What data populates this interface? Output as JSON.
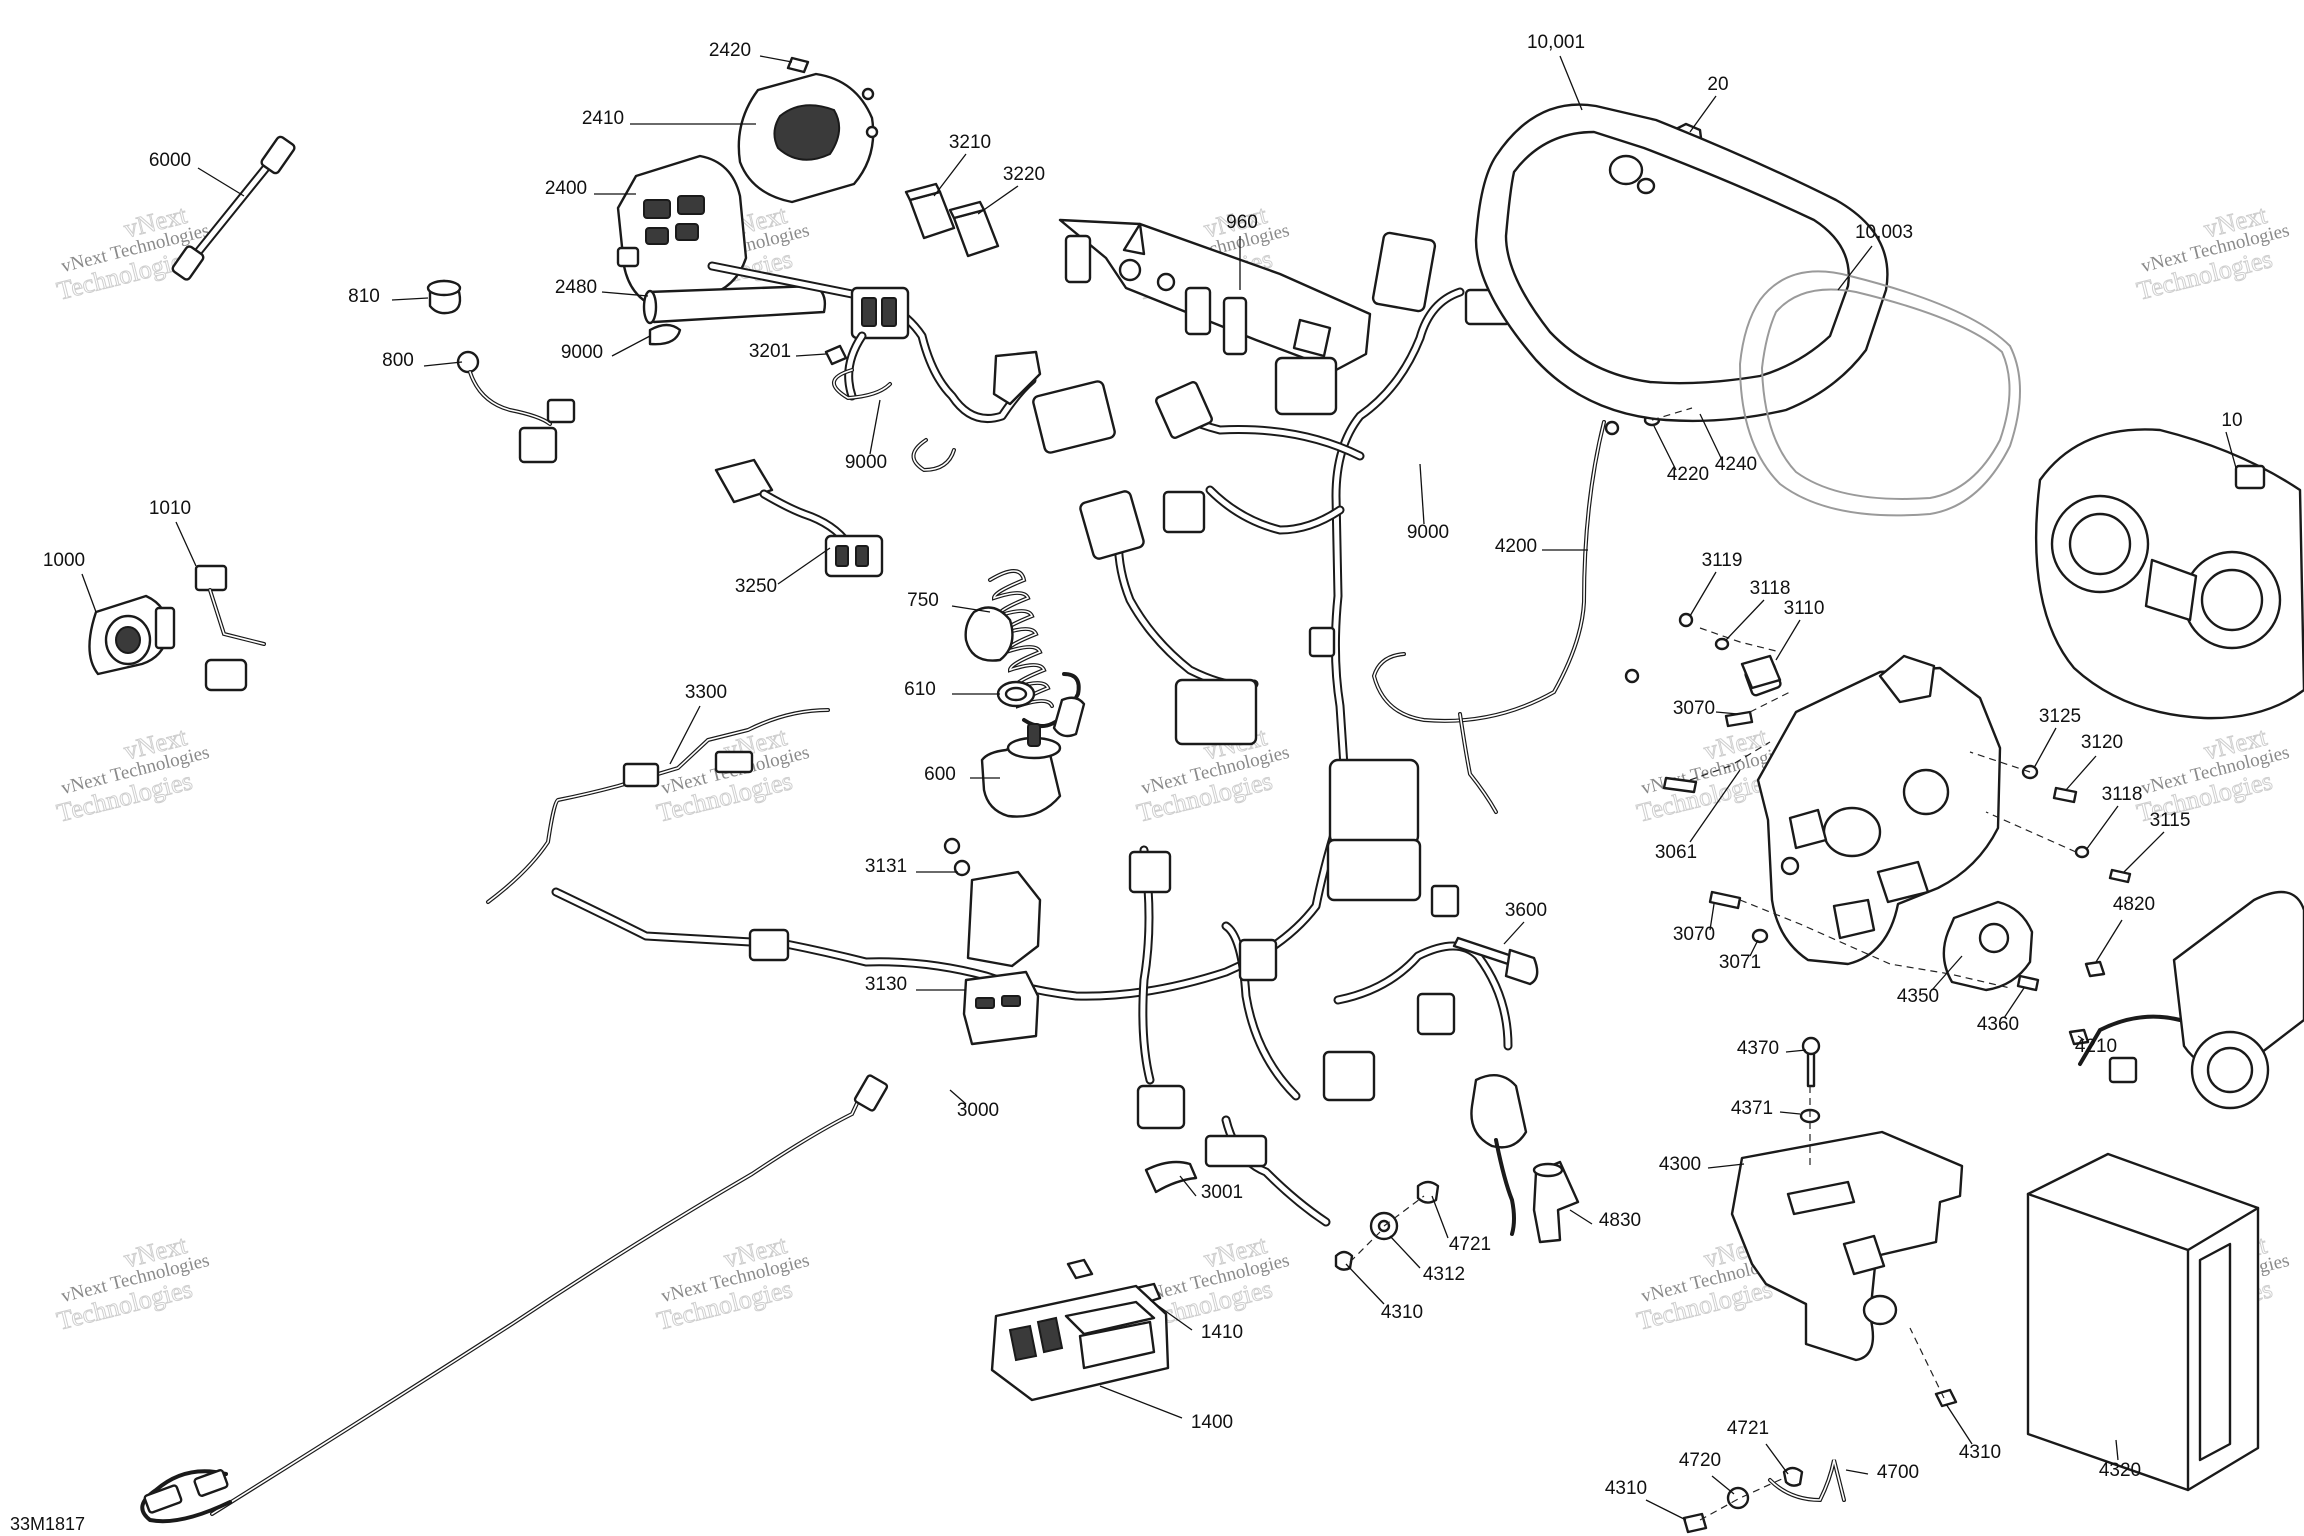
{
  "figure_code": "33M1817",
  "watermark": {
    "line1": "vNext Technologies",
    "line2": "vNext",
    "line3": "Technologies"
  },
  "callouts": [
    "10",
    "20",
    "600",
    "610",
    "750",
    "800",
    "810",
    "960",
    "1000",
    "1010",
    "1400",
    "1410",
    "2400",
    "2410",
    "2420",
    "2480",
    "3000",
    "3001",
    "3061",
    "3070",
    "3070",
    "3071",
    "3110",
    "3115",
    "3118",
    "3118",
    "3119",
    "3120",
    "3125",
    "3130",
    "3131",
    "3201",
    "3210",
    "3220",
    "3250",
    "3300",
    "3600",
    "4200",
    "4210",
    "4220",
    "4240",
    "4300",
    "4310",
    "4310",
    "4310",
    "4312",
    "4320",
    "4350",
    "4360",
    "4370",
    "4371",
    "4700",
    "4720",
    "4721",
    "4721",
    "4820",
    "4830",
    "6000",
    "9000",
    "9000",
    "9000",
    "10,001",
    "10,003"
  ]
}
